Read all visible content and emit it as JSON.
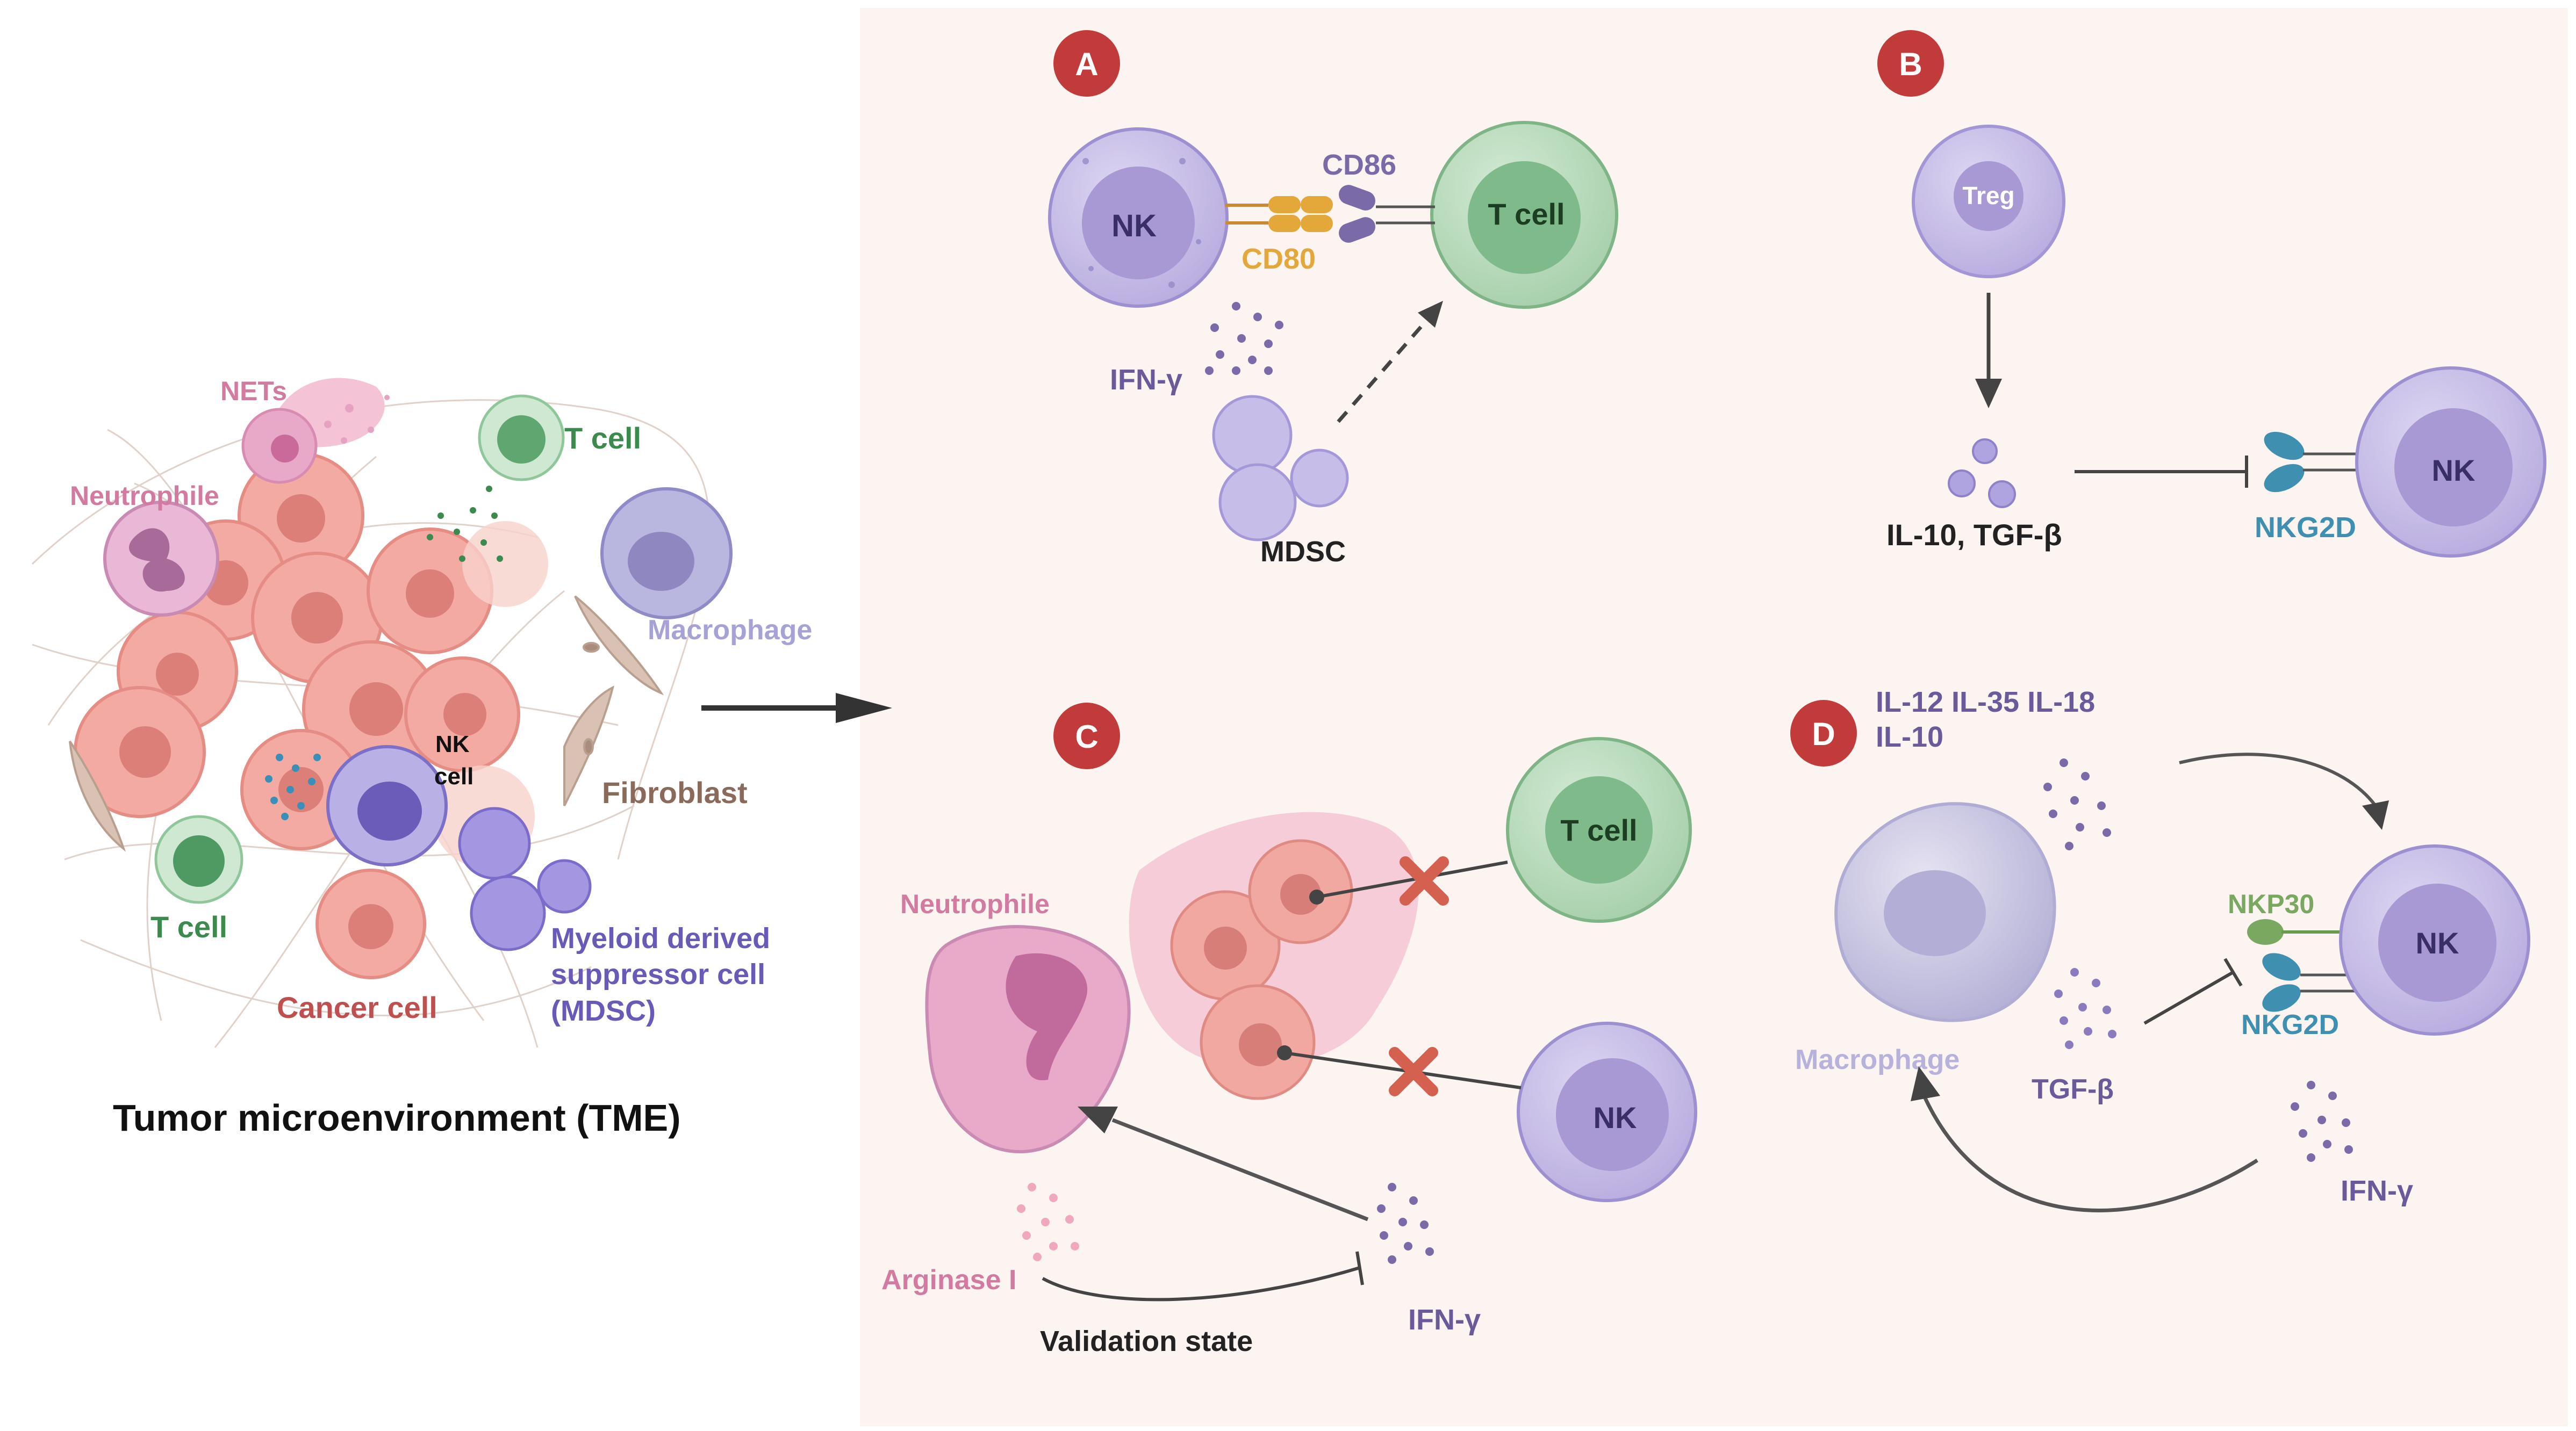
{
  "colors": {
    "panel_bg": "#fbf4f1",
    "badge": "#c23b3b",
    "nk": "#c9c0e6",
    "nk_nucleus": "#a898d4",
    "tcell": "#b6d9b9",
    "tcell_nucleus": "#7fbb8a",
    "tcell_label": "#3d8a4f",
    "cancer": "#f0a8a0",
    "neutrophil": "#e8a8c8",
    "macrophage": "#b9b6d8",
    "mdsc": "#9a8ed8",
    "fibroblast": "#d2b8a8",
    "cd80": "#e3a73a",
    "cd86": "#7a6aa8",
    "nkg2d": "#3f8fb0",
    "nkp30": "#7aa860",
    "purple_text": "#6a5a9a",
    "pink_text": "#d27aa0",
    "brown_text": "#8a6a5a",
    "dark": "#333333",
    "inhibit_red": "#d46050"
  },
  "tme": {
    "title": "Tumor microenvironment (TME)",
    "labels": {
      "nets": "NETs",
      "neutrophile": "Neutrophile",
      "tcell_top": "T cell",
      "macrophage": "Macrophage",
      "nk_cell_line1": "NK",
      "nk_cell_line2": "cell",
      "fibroblast": "Fibroblast",
      "tcell_bottom": "T cell",
      "mdsc_line1": "Myeloid derived",
      "mdsc_line2": "suppressor cell",
      "mdsc_line3": "(MDSC)",
      "cancer_cell": "Cancer cell"
    }
  },
  "panels": {
    "a": {
      "badge": "A",
      "nk": "NK",
      "tcell": "T cell",
      "cd86": "CD86",
      "cd80": "CD80",
      "ifn": "IFN-γ",
      "mdsc": "MDSC"
    },
    "b": {
      "badge": "B",
      "treg": "Treg",
      "cytokines": "IL-10, TGF-β",
      "receptor": "NKG2D",
      "nk": "NK"
    },
    "c": {
      "badge": "C",
      "neutrophile": "Neutrophile",
      "tcell": "T cell",
      "nk": "NK",
      "arginase": "Arginase I",
      "validation": "Validation state",
      "ifn": "IFN-γ"
    },
    "d": {
      "badge": "D",
      "cytokines_line1": "IL-12 IL-35 IL-18",
      "cytokines_line2": "IL-10",
      "macrophage": "Macrophage",
      "nkp30": "NKP30",
      "nkg2d": "NKG2D",
      "nk": "NK",
      "tgf": "TGF-β",
      "ifn": "IFN-γ"
    }
  }
}
